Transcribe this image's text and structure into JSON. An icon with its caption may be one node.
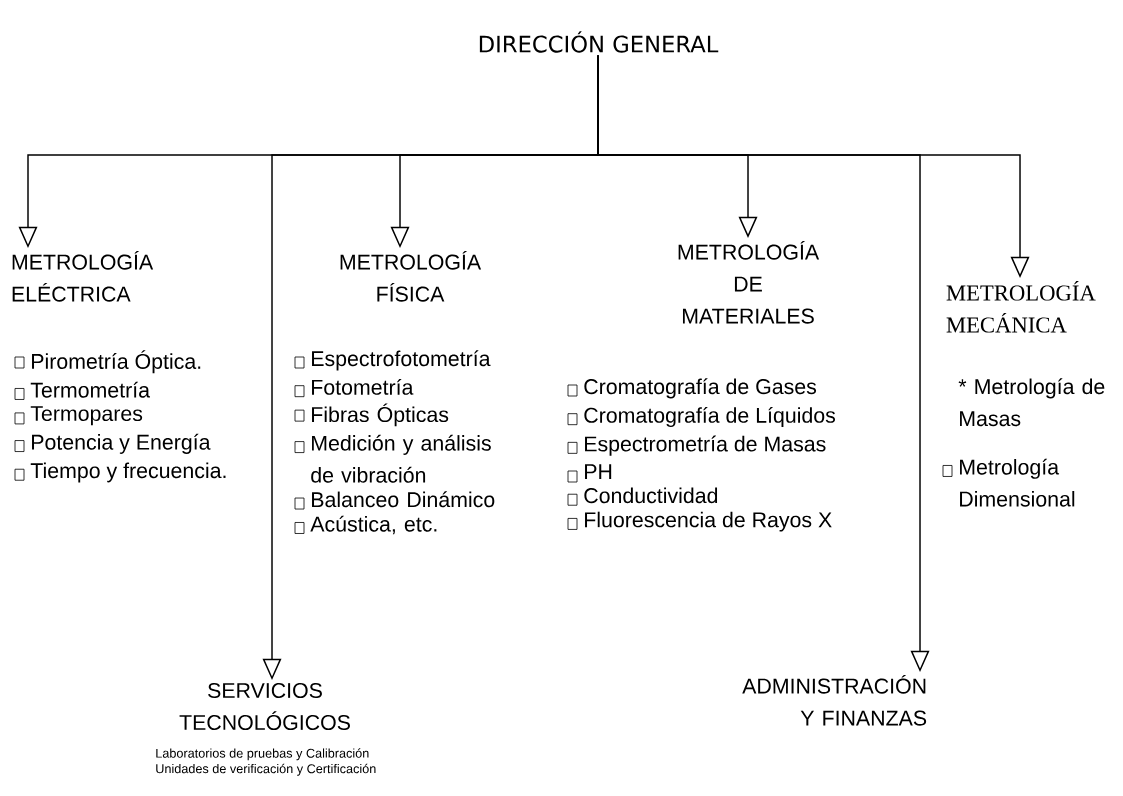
{
  "diagram": {
    "nodes": [
      {
        "text": [
          "DIRECCIÓN GENERAL"
        ]
      },
      {
        "text": [
          "METROLOGÍA ELÉCTRICA"
        ],
        "beside": [
          "Pirometría Óptica.",
          "Termometría",
          "Termopares",
          "Potencia y Energía",
          "Tiempo y frecuencia."
        ]
      },
      {
        "text": [
          "METROLOGÍA FÍSICA"
        ],
        "beside": [
          "Espectrofotometría",
          "Fotometría",
          "Fibras Ópticas",
          "Medición y análisis de vibración",
          "Balanceo Dinámico",
          "Acústica, etc."
        ]
      },
      {
        "text": [
          "METROLOGÍA DE MATERIALES"
        ],
        "beside": [
          "Cromatografía de Gases",
          "Cromatografía de Líquidos",
          "Espectrometría de Masas",
          "PH",
          "Conductividad",
          "Fluorescencia de Rayos X"
        ]
      },
      {
        "text": [
          "METROLOGÍA MECÁNICA"
        ],
        "beside": [
          "* Metrología de Masas",
          "Metrología Dimensional"
        ]
      },
      {
        "text": [
          "SERVICIOS TECNOLÓGICOS"
        ],
        "beside": [
          "Laboratorios de pruebas y Calibración",
          "Unidades de verificación y Certificación"
        ]
      },
      {
        "text": [
          "ADMINISTRACIÓN Y FINANZAS"
        ]
      }
    ],
    "edges": [
      {
        "from": 0,
        "to": 1,
        "arrow": "to"
      },
      {
        "from": 0,
        "to": 2,
        "arrow": "to"
      },
      {
        "from": 0,
        "to": 3,
        "arrow": "to"
      },
      {
        "from": 0,
        "to": 4,
        "arrow": "to"
      },
      {
        "from": 0,
        "to": 5,
        "arrow": "to"
      },
      {
        "from": 0,
        "to": 6,
        "arrow": "to"
      }
    ]
  }
}
